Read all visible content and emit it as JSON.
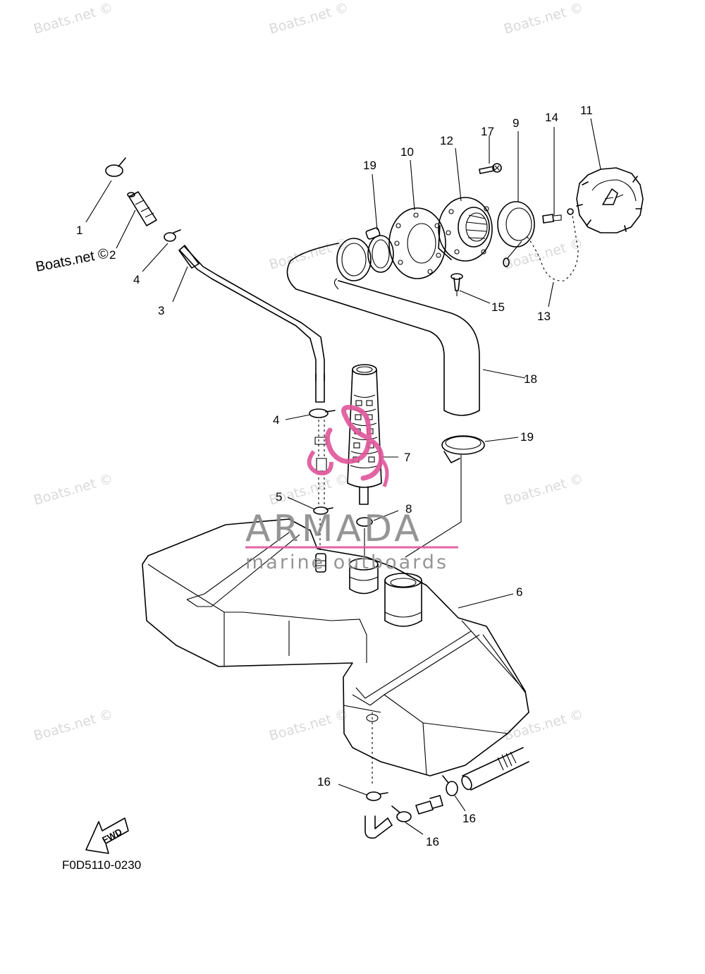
{
  "watermark": {
    "text": "Boats.net ©",
    "color": "#d9d9d9"
  },
  "copyright_label": "Boats.net ©",
  "brand": {
    "name": "ARMADA",
    "tagline": "marine outboards",
    "accent_color": "#e0559a",
    "text_color": "#8a8a8a"
  },
  "figure_code": "F0D5110-0230",
  "fwd_label": "FWD",
  "callouts": {
    "c1": "1",
    "c2": "2",
    "c3": "3",
    "c4a": "4",
    "c4b": "4",
    "c5": "5",
    "c6": "6",
    "c7": "7",
    "c8": "8",
    "c9": "9",
    "c10": "10",
    "c11": "11",
    "c12": "12",
    "c13": "13",
    "c14": "14",
    "c15": "15",
    "c16a": "16",
    "c16b": "16",
    "c16c": "16",
    "c17": "17",
    "c18": "18",
    "c19a": "19",
    "c19b": "19"
  }
}
